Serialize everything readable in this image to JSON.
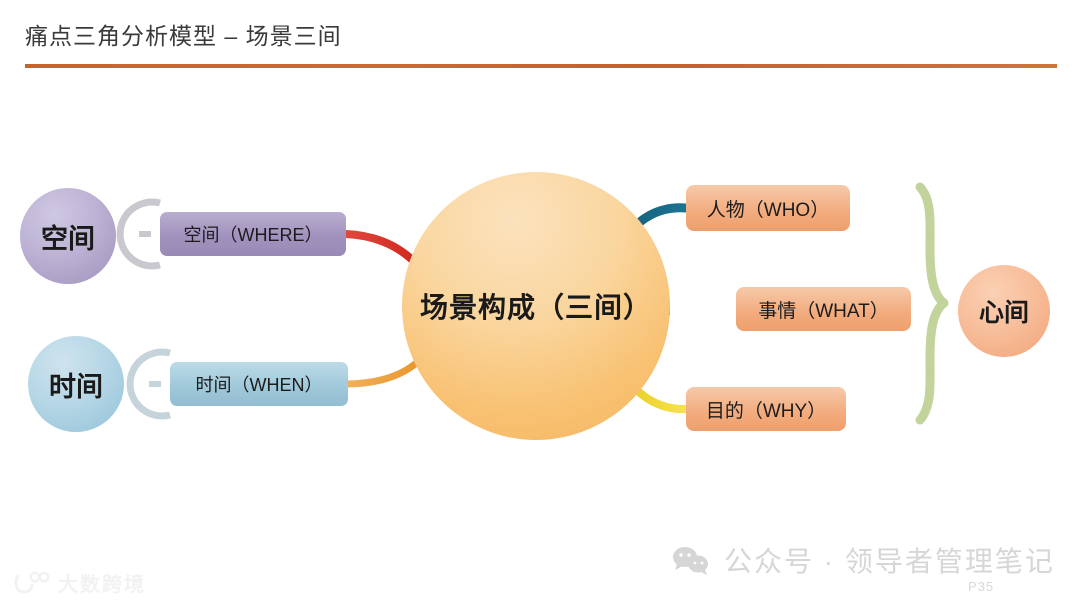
{
  "slide": {
    "title": "痛点三角分析模型 – 场景三间",
    "page_number": "P35",
    "rule_color": "#c8632c",
    "background": "#ffffff"
  },
  "diagram": {
    "center": {
      "label": "场景构成（三间）",
      "color": "#f8c274",
      "name": "scene-composition"
    },
    "inputs": [
      {
        "circle_label": "空间",
        "box_label": "空间（WHERE）",
        "color": "#a192bd",
        "connector_color": "#d8322a",
        "bracket_color": "#c9c9cf",
        "name": "space"
      },
      {
        "circle_label": "时间",
        "box_label": "时间（WHEN）",
        "color": "#a0c9da",
        "connector_color": "#eb9a33",
        "bracket_color": "#c9d6dc",
        "name": "time"
      }
    ],
    "outputs": [
      {
        "label": "人物（WHO）",
        "color": "#f2ab7d",
        "connector_color": "#1c6d8c",
        "name": "who"
      },
      {
        "label": "事情（WHAT）",
        "color": "#f2ab7d",
        "connector_color": "#1ea38f",
        "name": "what"
      },
      {
        "label": "目的（WHY）",
        "color": "#f2ab7d",
        "connector_color": "#f2d832",
        "name": "why"
      }
    ],
    "brace": {
      "color": "#c2d39b",
      "name": "grouping-brace"
    },
    "result": {
      "label": "心间",
      "color": "#f7bd99",
      "name": "heart-space"
    }
  },
  "watermark": {
    "wechat_text": "公众号 · 领导者管理笔记",
    "brand_text": "大数跨境",
    "icon": "wechat-icon"
  }
}
